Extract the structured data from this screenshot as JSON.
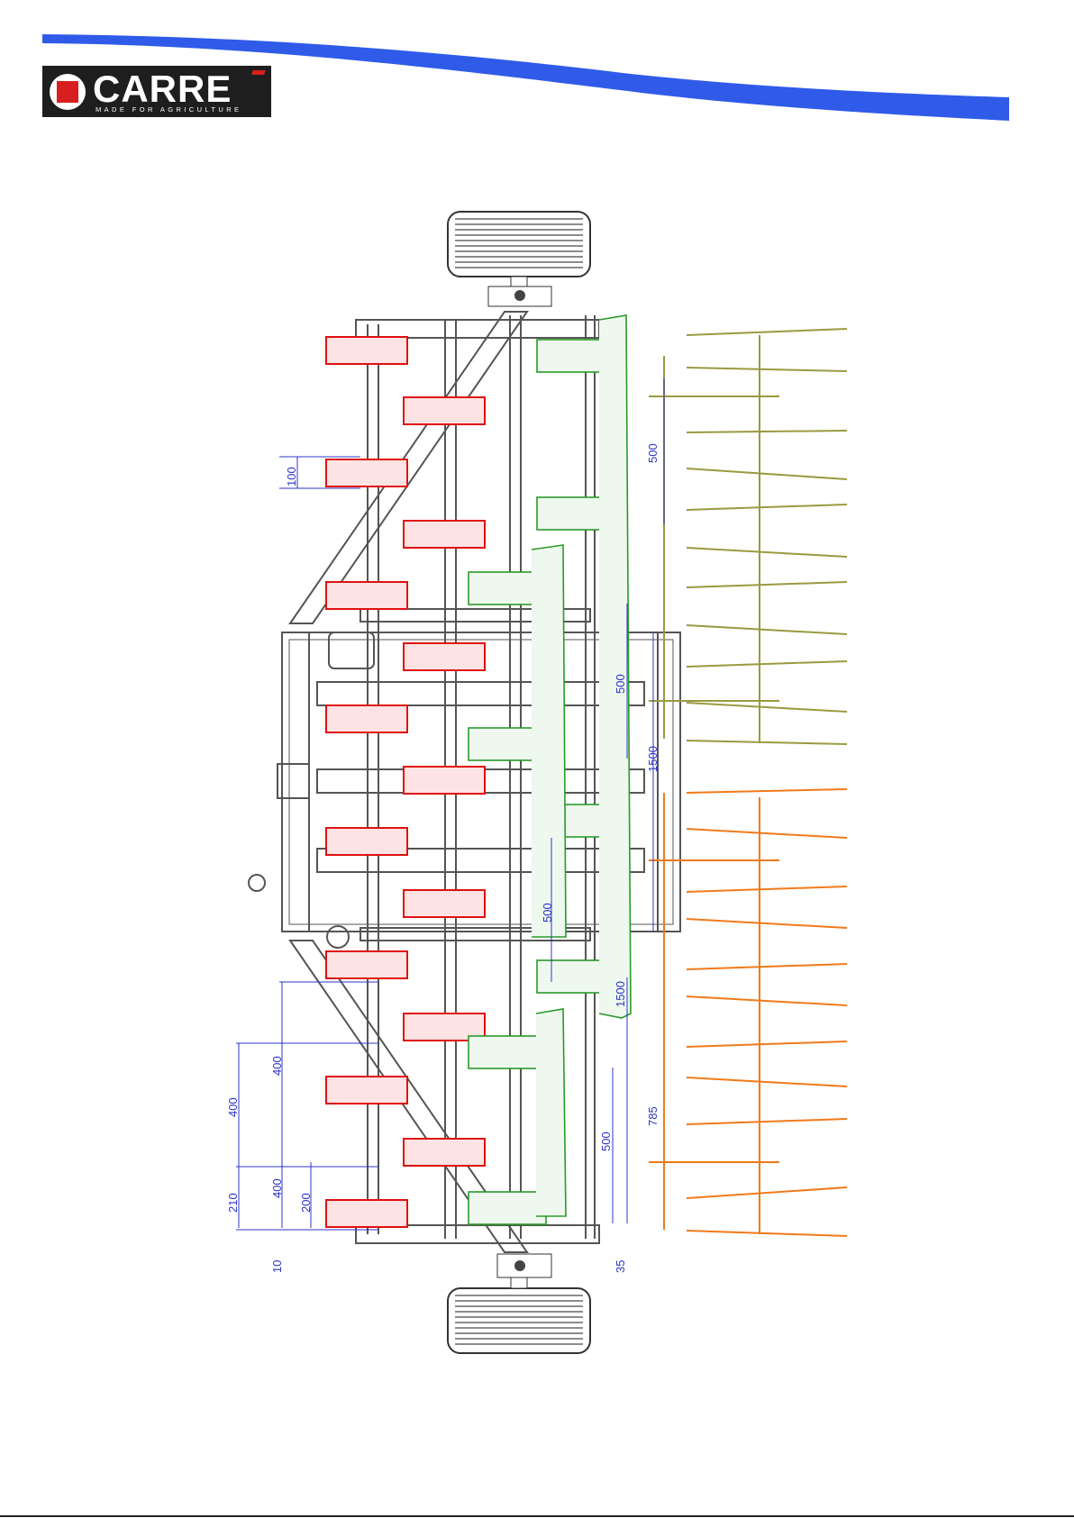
{
  "brand": {
    "name": "CARRE",
    "tagline": "MADE FOR AGRICULTURE",
    "colors": {
      "accent_red": "#d81e1e",
      "banner_blue": "#2f5be8",
      "logo_bg": "#1e1e1e"
    }
  },
  "drawing": {
    "icon": "seeder-plan-view-icon",
    "colors": {
      "frame": "#555555",
      "shanks": "#e01010",
      "discs": "#2a9a2a",
      "harrow_upper": "#9a9a40",
      "harrow_lower": "#f07a1a",
      "dimensions": "#2d35c8"
    },
    "dimensions": [
      {
        "id": "d100",
        "label": "100"
      },
      {
        "id": "d500a",
        "label": "500"
      },
      {
        "id": "d500b",
        "label": "500"
      },
      {
        "id": "d1500a",
        "label": "1500"
      },
      {
        "id": "d500c",
        "label": "500"
      },
      {
        "id": "d1500b",
        "label": "1500"
      },
      {
        "id": "d400a",
        "label": "400"
      },
      {
        "id": "d400b",
        "label": "400"
      },
      {
        "id": "d400c",
        "label": "400"
      },
      {
        "id": "d200",
        "label": "200"
      },
      {
        "id": "d210",
        "label": "210"
      },
      {
        "id": "d500d",
        "label": "500"
      },
      {
        "id": "d785",
        "label": "785"
      },
      {
        "id": "d10",
        "label": "10"
      },
      {
        "id": "d35",
        "label": "35"
      }
    ]
  }
}
